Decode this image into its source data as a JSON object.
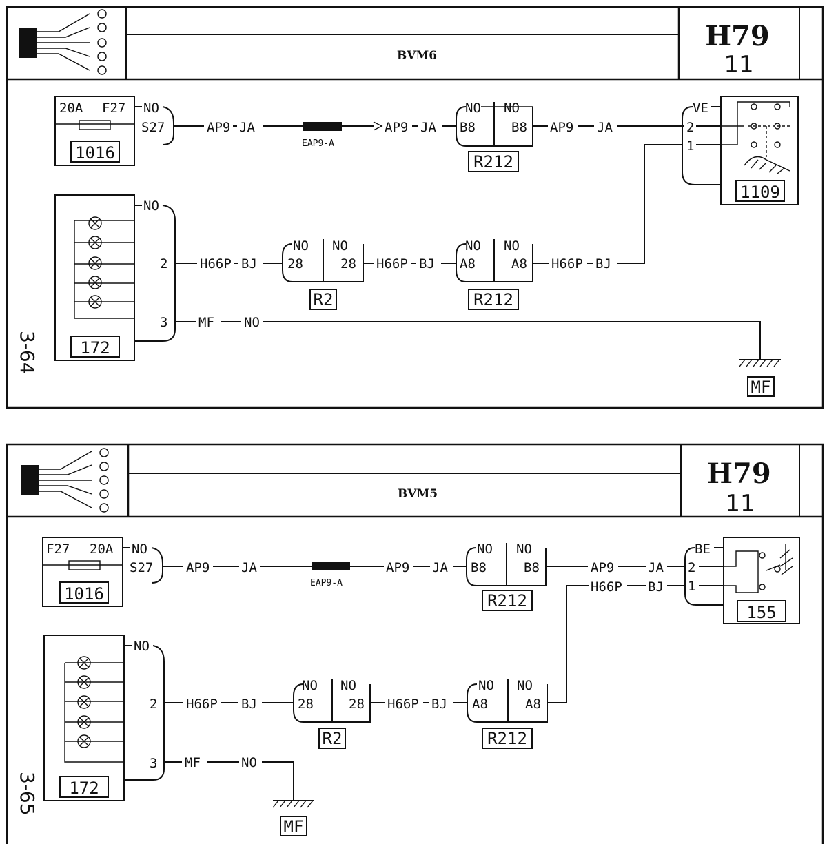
{
  "diagrams": [
    {
      "title": "BVM6",
      "code": "H79",
      "page": "11",
      "side_ref": "3-64",
      "fuse": {
        "rating": "20A",
        "name": "F27",
        "terminal": "S27",
        "color": "NO",
        "component": "1016"
      },
      "feed_wire": "AP9",
      "feed_color": "JA",
      "splice": "EAP9-A",
      "feed_connector": {
        "color_left": "NO",
        "color_right": "NO",
        "pin_left": "B8",
        "pin_right": "B8",
        "name": "R212"
      },
      "switch": {
        "color": "VE",
        "pin_a": "2",
        "pin_b": "1",
        "component": "1109"
      },
      "lamp_unit": {
        "color": "NO",
        "pin_a": "2",
        "pin_b": "3",
        "component": "172"
      },
      "return_wire": "H66P",
      "return_color": "BJ",
      "conn_r2": {
        "color_left": "NO",
        "color_right": "NO",
        "pin_left": "28",
        "pin_right": "28",
        "name": "R2"
      },
      "conn_r212b": {
        "color_left": "NO",
        "color_right": "NO",
        "pin_left": "A8",
        "pin_right": "A8",
        "name": "R212"
      },
      "ground_wire": "MF",
      "ground_color": "NO",
      "ground": "MF"
    },
    {
      "title": "BVM5",
      "code": "H79",
      "page": "11",
      "side_ref": "3-65",
      "fuse": {
        "rating": "20A",
        "name": "F27",
        "terminal": "S27",
        "color": "NO",
        "component": "1016"
      },
      "feed_wire": "AP9",
      "feed_color": "JA",
      "splice": "EAP9-A",
      "feed_connector": {
        "color_left": "NO",
        "color_right": "NO",
        "pin_left": "B8",
        "pin_right": "B8",
        "name": "R212"
      },
      "switch": {
        "color": "BE",
        "pin_a": "2",
        "pin_b": "1",
        "component": "155"
      },
      "lamp_unit": {
        "color": "NO",
        "pin_a": "2",
        "pin_b": "3",
        "component": "172"
      },
      "return_wire": "H66P",
      "return_color": "BJ",
      "conn_r2": {
        "color_left": "NO",
        "color_right": "NO",
        "pin_left": "28",
        "pin_right": "28",
        "name": "R2"
      },
      "conn_r212b": {
        "color_left": "NO",
        "color_right": "NO",
        "pin_left": "A8",
        "pin_right": "A8",
        "name": "R212"
      },
      "ground_wire": "MF",
      "ground_color": "NO",
      "ground": "MF"
    }
  ]
}
